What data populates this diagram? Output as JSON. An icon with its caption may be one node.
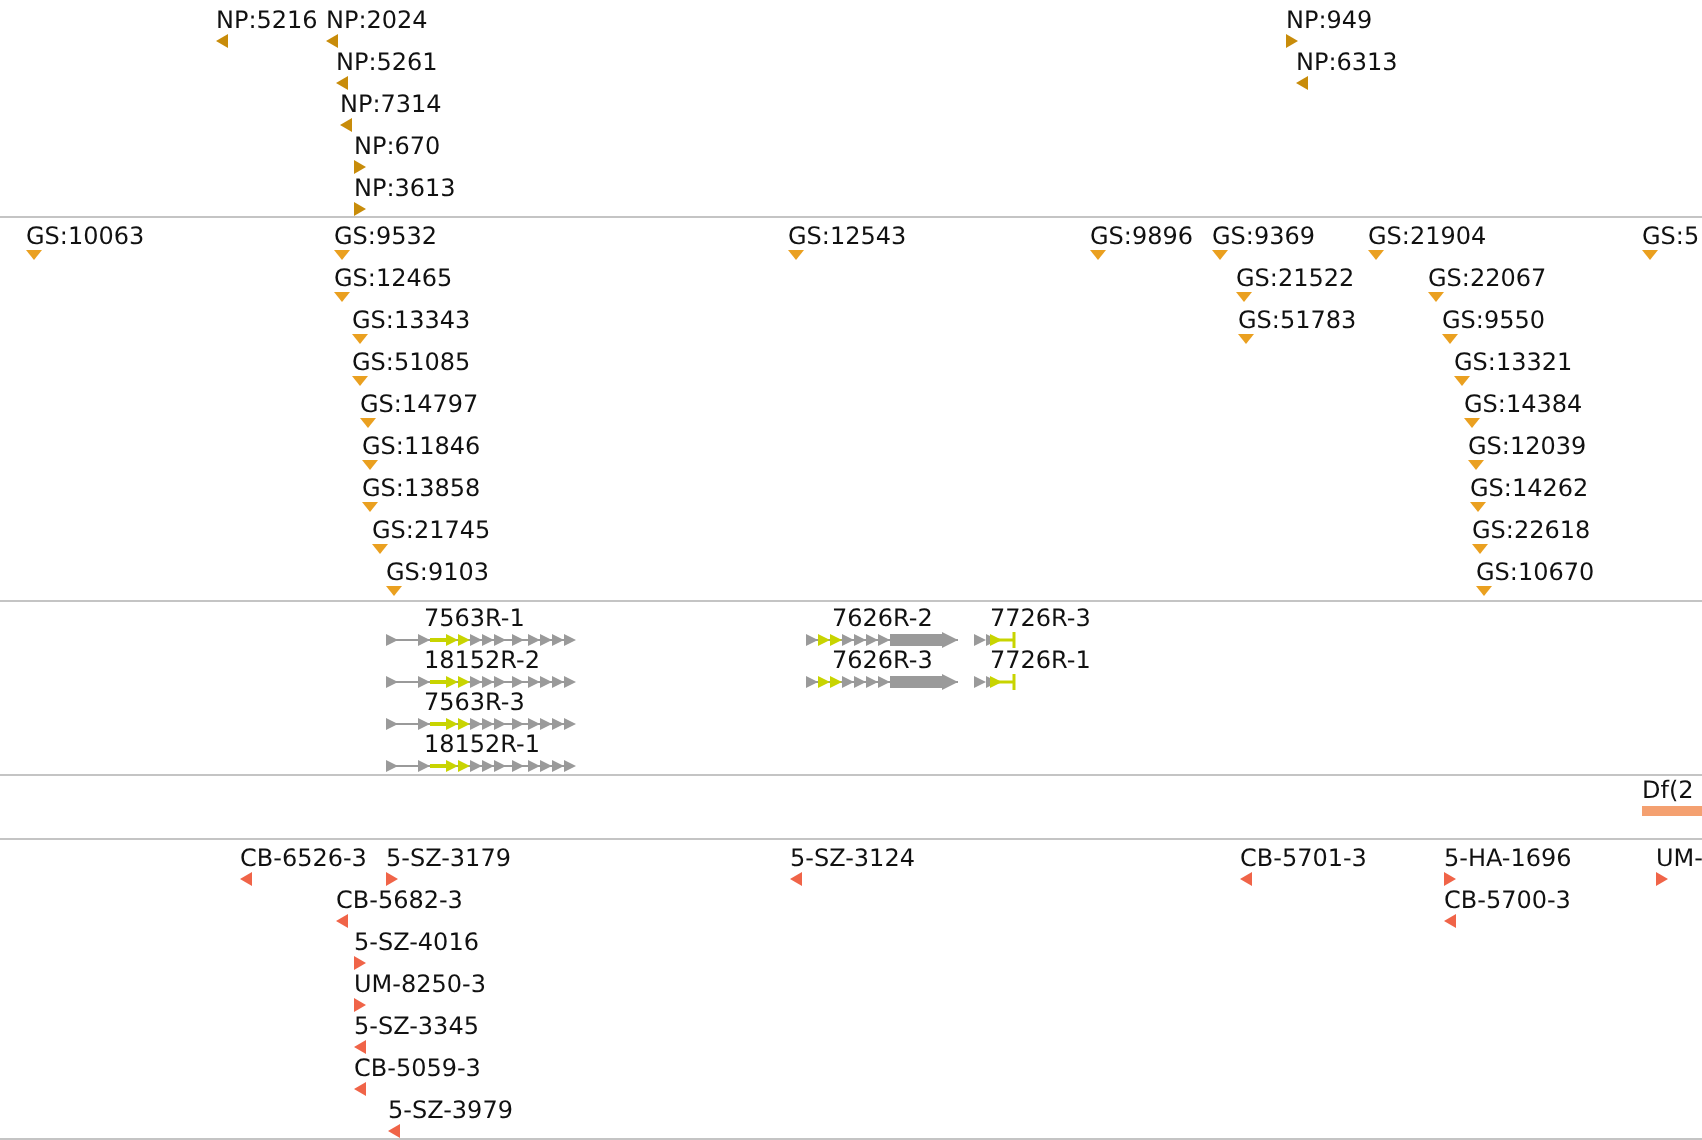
{
  "diagram": {
    "labels": [
      "NP:5216",
      "NP:2024",
      "NP:5261",
      "NP:7314",
      "NP:670",
      "NP:3613",
      "NP:949",
      "NP:6313",
      "GS:10063",
      "GS:9532",
      "GS:12465",
      "GS:13343",
      "GS:51085",
      "GS:14797",
      "GS:11846",
      "GS:13858",
      "GS:21745",
      "GS:9103",
      "GS:12543",
      "GS:9896",
      "GS:9369",
      "GS:21522",
      "GS:51783",
      "GS:21904",
      "GS:22067",
      "GS:9550",
      "GS:13321",
      "GS:14384",
      "GS:12039",
      "GS:14262",
      "GS:22618",
      "GS:10670",
      "GS:5",
      "7563R-1",
      "18152R-2",
      "7563R-3",
      "18152R-1",
      "7626R-2",
      "7726R-3",
      "7626R-3",
      "7726R-1",
      "Df(2",
      "CB-6526-3",
      "5-SZ-3179",
      "CB-5682-3",
      "5-SZ-4016",
      "UM-8250-3",
      "5-SZ-3345",
      "CB-5059-3",
      "5-SZ-3979",
      "5-SZ-3124",
      "CB-5701-3",
      "5-HA-1696",
      "CB-5700-3",
      "UM-"
    ]
  }
}
